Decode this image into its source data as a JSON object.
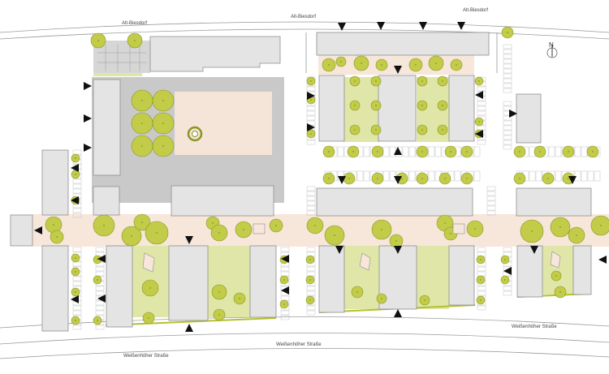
{
  "map": {
    "streets": {
      "top_left": "Alt-Biesdorf",
      "top_center": "Alt-Biesdorf",
      "top_right": "Alt-Biesdorf",
      "bottom_left": "Weißenhöher Straße",
      "bottom_center": "Weißenhöher Straße",
      "bottom_right": "Weißenhöher Straße"
    },
    "north_label": "N",
    "colors": {
      "building": "#e4e4e4",
      "building_stroke": "#8e8e8e",
      "tree": "#c2cc48",
      "tree_stroke": "#8a9526",
      "promenade": "#f7e6da",
      "plaza": "#c9c9c9",
      "plaza_surface": "#f5e4d8",
      "green": "#dfe6a8",
      "street_line": "#9a9a9a"
    }
  }
}
